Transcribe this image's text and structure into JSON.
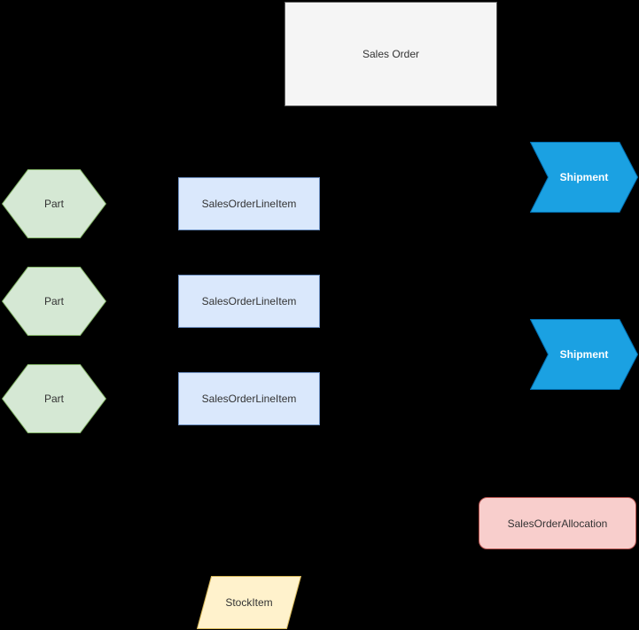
{
  "diagram": {
    "background_color": "#000000",
    "styles": {
      "gray": {
        "fill": "#f5f5f5",
        "stroke": "#666666"
      },
      "green": {
        "fill": "#d5e8d4",
        "stroke": "#82b366"
      },
      "blue_light": {
        "fill": "#dae8fc",
        "stroke": "#6c8ebf"
      },
      "blue_bright": {
        "fill": "#1ba1e2",
        "stroke": "#006eaf"
      },
      "red": {
        "fill": "#f8cecc",
        "stroke": "#b85450"
      },
      "yellow": {
        "fill": "#fff2cc",
        "stroke": "#d6b656"
      },
      "text_color": "#333333",
      "text_color_on_blue": "#ffffff"
    },
    "nodes": {
      "sales_order": {
        "label": "Sales Order",
        "shape": "rectangle"
      },
      "part_1": {
        "label": "Part",
        "shape": "hexagon"
      },
      "part_2": {
        "label": "Part",
        "shape": "hexagon"
      },
      "part_3": {
        "label": "Part",
        "shape": "hexagon"
      },
      "line_item_1": {
        "label": "SalesOrderLineItem",
        "shape": "rectangle"
      },
      "line_item_2": {
        "label": "SalesOrderLineItem",
        "shape": "rectangle"
      },
      "line_item_3": {
        "label": "SalesOrderLineItem",
        "shape": "rectangle"
      },
      "shipment_1": {
        "label": "Shipment",
        "shape": "chevron-arrow"
      },
      "shipment_2": {
        "label": "Shipment",
        "shape": "chevron-arrow"
      },
      "allocation": {
        "label": "SalesOrderAllocation",
        "shape": "rounded-rectangle"
      },
      "stock_item": {
        "label": "StockItem",
        "shape": "parallelogram"
      }
    }
  }
}
